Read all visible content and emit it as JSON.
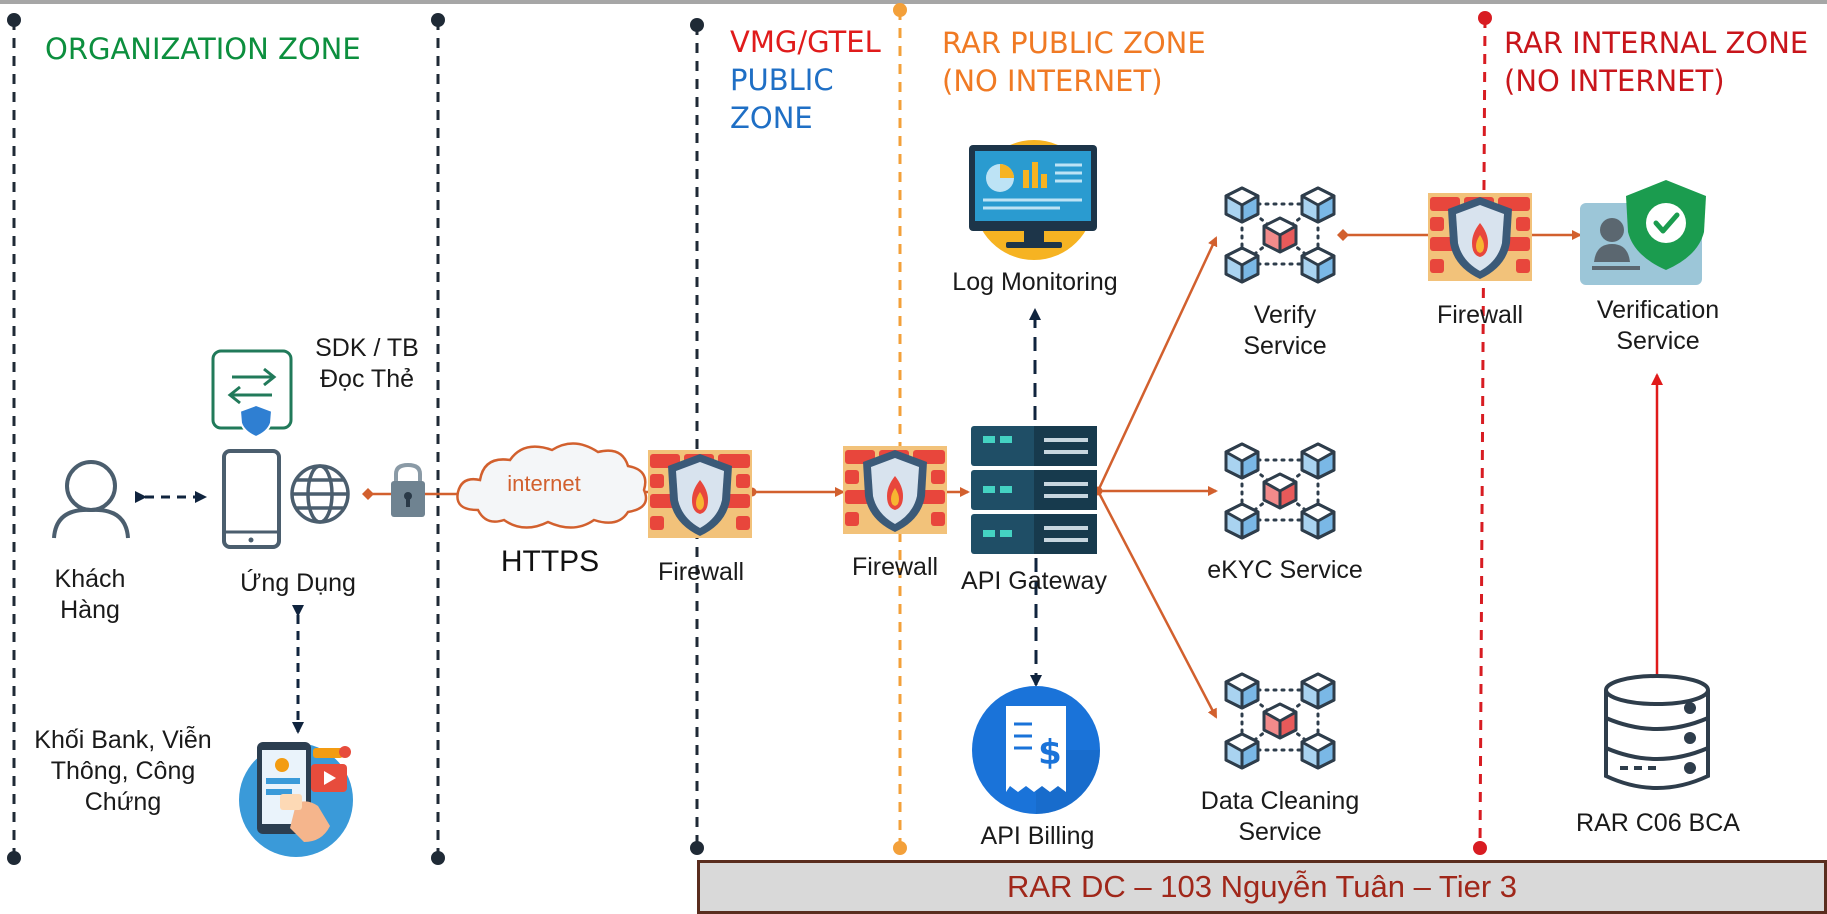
{
  "zones": {
    "organization": {
      "label": "ORGANIZATION ZONE",
      "color": "#0c8f3e"
    },
    "vmg_title": {
      "label": "VMG/GTEL",
      "color": "#e01b1b"
    },
    "vmg_sub": {
      "label": "PUBLIC\nZONE",
      "color": "#1f6fc5"
    },
    "rar_public": {
      "label": "RAR PUBLIC ZONE\n(NO INTERNET)",
      "color": "#f07a24"
    },
    "rar_internal": {
      "label": "RAR INTERNAL ZONE\n(NO INTERNET)",
      "color": "#c8151b"
    }
  },
  "nodes": {
    "customer": "Khách\nHàng",
    "app": "Ứng Dụng",
    "sdk": "SDK / TB\nĐọc Thẻ",
    "org_units": "Khối Bank, Viễn\nThông, Công\nChứng",
    "internet": "internet",
    "https": "HTTPS",
    "firewall_1": "Firewall",
    "firewall_2": "Firewall",
    "api_gateway": "API Gateway",
    "log_monitoring": "Log Monitoring",
    "api_billing": "API Billing",
    "verify_service": "Verify\nService",
    "ekyc_service": "eKYC Service",
    "data_cleaning": "Data Cleaning\nService",
    "firewall_3": "Firewall",
    "verification_service": "Verification\nService",
    "rar_c06": "RAR C06 BCA"
  },
  "footer": "RAR DC – 103 Nguyễn Tuân – Tier 3",
  "colors": {
    "flow": "#d2602e",
    "dark": "#10243e",
    "internal_link": "#e01b1b",
    "divider_org": "#1f2a36",
    "divider_public": "#f3a03a",
    "divider_internal": "#d81c22"
  }
}
